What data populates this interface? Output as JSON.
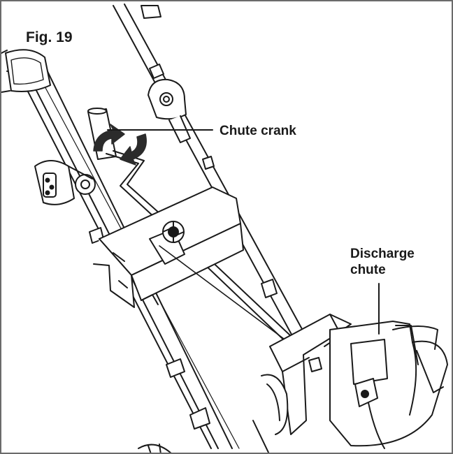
{
  "figure": {
    "title": "Fig. 19",
    "callouts": {
      "chute_crank": "Chute crank",
      "discharge_line1": "Discharge",
      "discharge_line2": "chute"
    }
  },
  "colors": {
    "ink": "#1a1a1a",
    "frame": "#6b6b6b",
    "background": "#ffffff",
    "arrow": "#2b2b2b"
  }
}
